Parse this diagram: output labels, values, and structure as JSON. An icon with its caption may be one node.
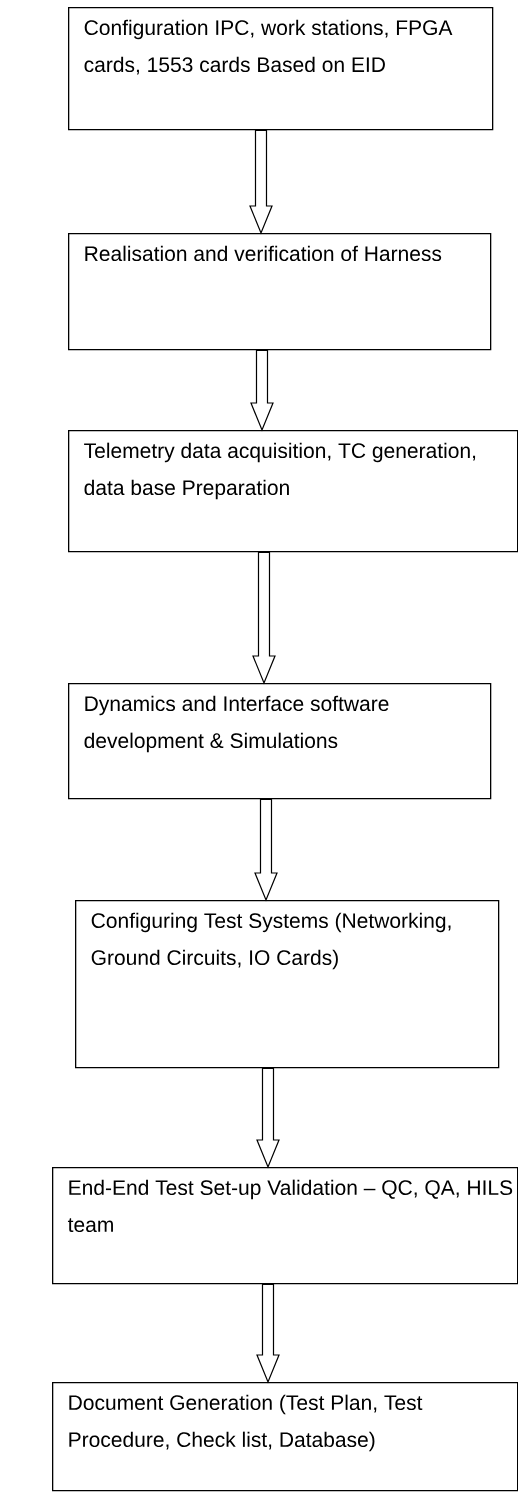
{
  "diagram": {
    "nodes": [
      {
        "text": [
          "Configuration IPC, work stations, FPGA cards, 1553 cards Based on EID"
        ]
      },
      {
        "text": [
          "Realisation and verification of Harness"
        ]
      },
      {
        "text": [
          "Telemetry data acquisition, TC generation, data base Preparation"
        ]
      },
      {
        "text": [
          "Dynamics and Interface software development & Simulations"
        ]
      },
      {
        "text": [
          "Configuring Test Systems (Networking, Ground Circuits, IO Cards)"
        ]
      },
      {
        "text": [
          "End-End Test Set-up Validation – QC, QA, HILS team"
        ]
      },
      {
        "text": [
          "Document Generation (Test Plan, Test Procedure, Check list, Database)"
        ]
      }
    ],
    "edges": [
      {
        "from": 0,
        "to": 1,
        "arrow": "to"
      },
      {
        "from": 1,
        "to": 2,
        "arrow": "to"
      },
      {
        "from": 2,
        "to": 3,
        "arrow": "to"
      },
      {
        "from": 3,
        "to": 4,
        "arrow": "to"
      },
      {
        "from": 4,
        "to": 5,
        "arrow": "to"
      },
      {
        "from": 5,
        "to": 6,
        "arrow": "to"
      }
    ]
  }
}
